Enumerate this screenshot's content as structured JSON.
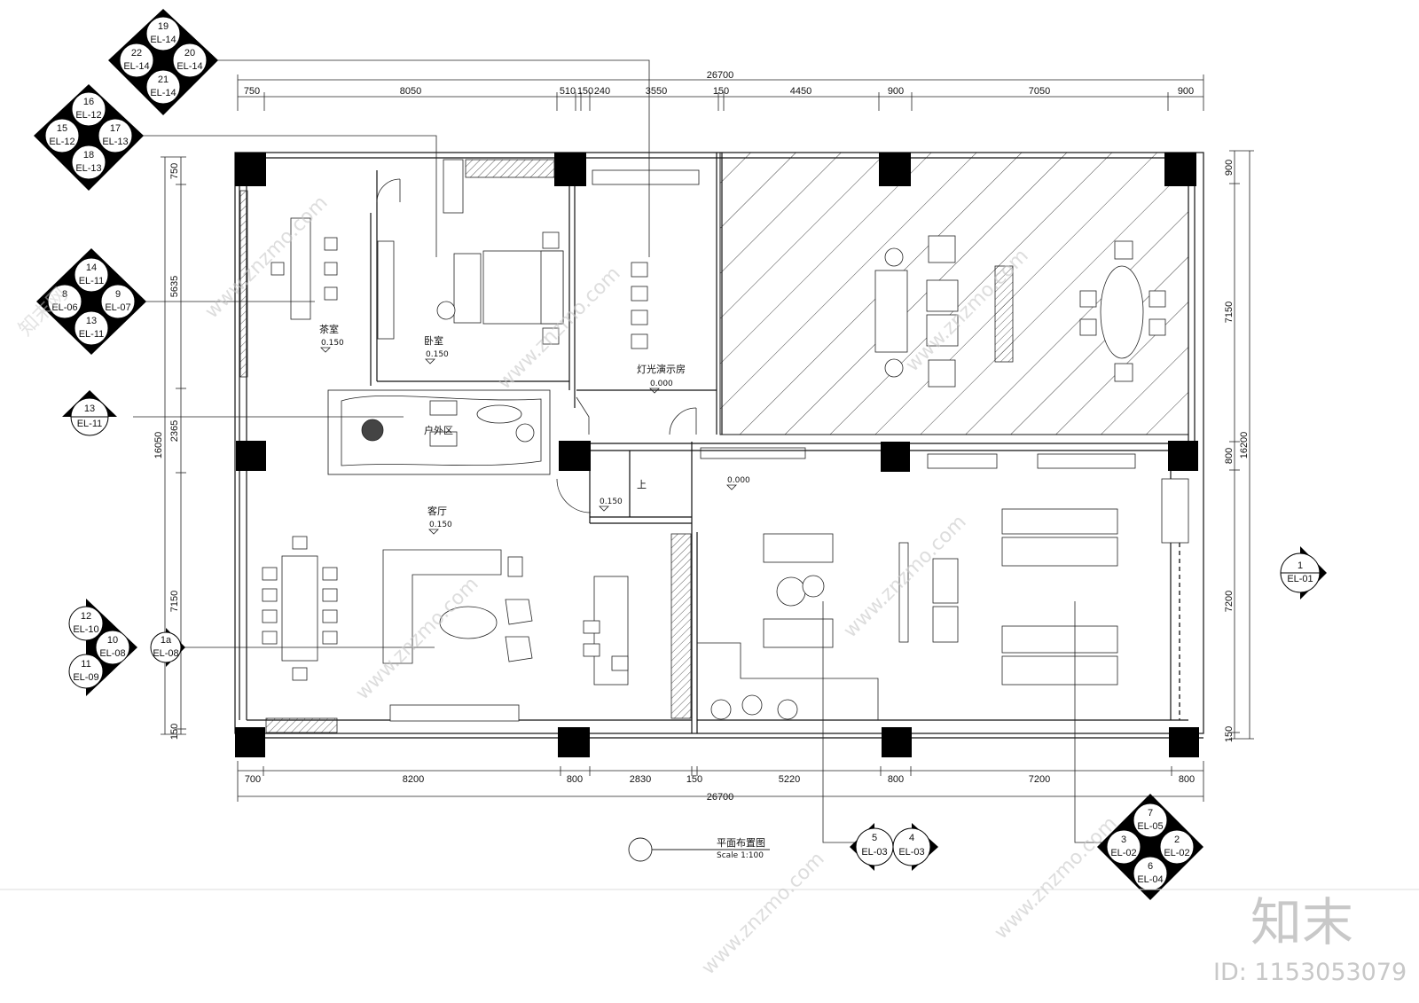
{
  "drawing": {
    "title": "平面布置图",
    "scale": "Scale 1:100"
  },
  "dimensions": {
    "overall_top": "26700",
    "top": [
      "750",
      "8050",
      "510",
      "150",
      "240",
      "3550",
      "150",
      "4450",
      "900",
      "7050",
      "900"
    ],
    "overall_bottom": "26700",
    "bottom": [
      "700",
      "8200",
      "800",
      "2830",
      "150",
      "5220",
      "800",
      "7200",
      "800"
    ],
    "overall_left": "16050",
    "left": [
      "750",
      "5635",
      "2365",
      "7150",
      "150"
    ],
    "overall_right": "16200",
    "right": [
      "900",
      "7150",
      "800",
      "7200",
      "150"
    ]
  },
  "rooms": {
    "tea": {
      "name": "茶室",
      "level": "0.150"
    },
    "bedroom": {
      "name": "卧室",
      "level": "0.150"
    },
    "lighting": {
      "name": "灯光演示房",
      "level": "0.000"
    },
    "outdoor": {
      "name": "户外区"
    },
    "living": {
      "name": "客厅",
      "level": "0.150"
    },
    "corridor": {
      "level": "0.150",
      "up": "上"
    },
    "showroom": {
      "level": "0.000"
    }
  },
  "elevation_tags": {
    "a": {
      "top": {
        "n": "19",
        "s": "EL-14"
      },
      "left": {
        "n": "22",
        "s": "EL-14"
      },
      "right": {
        "n": "20",
        "s": "EL-14"
      },
      "bottom": {
        "n": "21",
        "s": "EL-14"
      }
    },
    "b": {
      "top": {
        "n": "16",
        "s": "EL-12"
      },
      "left": {
        "n": "15",
        "s": "EL-12"
      },
      "right": {
        "n": "17",
        "s": "EL-13"
      },
      "bottom": {
        "n": "18",
        "s": "EL-13"
      }
    },
    "c": {
      "top": {
        "n": "14",
        "s": "EL-11"
      },
      "left": {
        "n": "8",
        "s": "EL-06"
      },
      "right": {
        "n": "9",
        "s": "EL-07"
      },
      "bottom": {
        "n": "13",
        "s": "EL-11"
      }
    },
    "d": {
      "n": "13",
      "s": "EL-11"
    },
    "e": {
      "top": {
        "n": "12",
        "s": "EL-10"
      },
      "right": {
        "n": "10",
        "s": "EL-08"
      },
      "bottom": {
        "n": "11",
        "s": "EL-09"
      },
      "extra": {
        "n": "1a",
        "s": "EL-08"
      }
    },
    "f": {
      "n": "1",
      "s": "EL-01"
    },
    "g": {
      "left": {
        "n": "5",
        "s": "EL-03"
      },
      "right": {
        "n": "4",
        "s": "EL-03"
      }
    },
    "h": {
      "top": {
        "n": "7",
        "s": "EL-05"
      },
      "left": {
        "n": "3",
        "s": "EL-02"
      },
      "right": {
        "n": "2",
        "s": "EL-02"
      },
      "bottom": {
        "n": "6",
        "s": "EL-04"
      }
    }
  },
  "watermark": {
    "brand": "知末",
    "id": "ID: 1153053079",
    "site": "www.znzmo.com",
    "site_cn": "知末网"
  }
}
